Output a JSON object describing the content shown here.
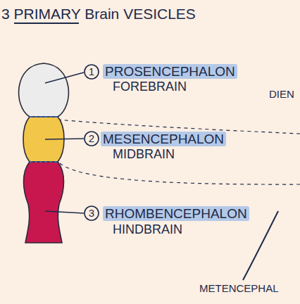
{
  "diagram": {
    "title": "3 PRIMARY Brain VESICLES",
    "nodes": [
      {
        "text": [
          "1"
        ]
      },
      {
        "text": [
          "2"
        ]
      },
      {
        "text": [
          "3"
        ]
      }
    ],
    "labels": [
      "PROSENCEPHALON",
      "FOREBRAIN",
      "MESENCEPHALON",
      "MIDBRAIN",
      "RHOMBENCEPHALON",
      "HINDBRAIN",
      "DIEN",
      "METENCEPHAL"
    ]
  }
}
